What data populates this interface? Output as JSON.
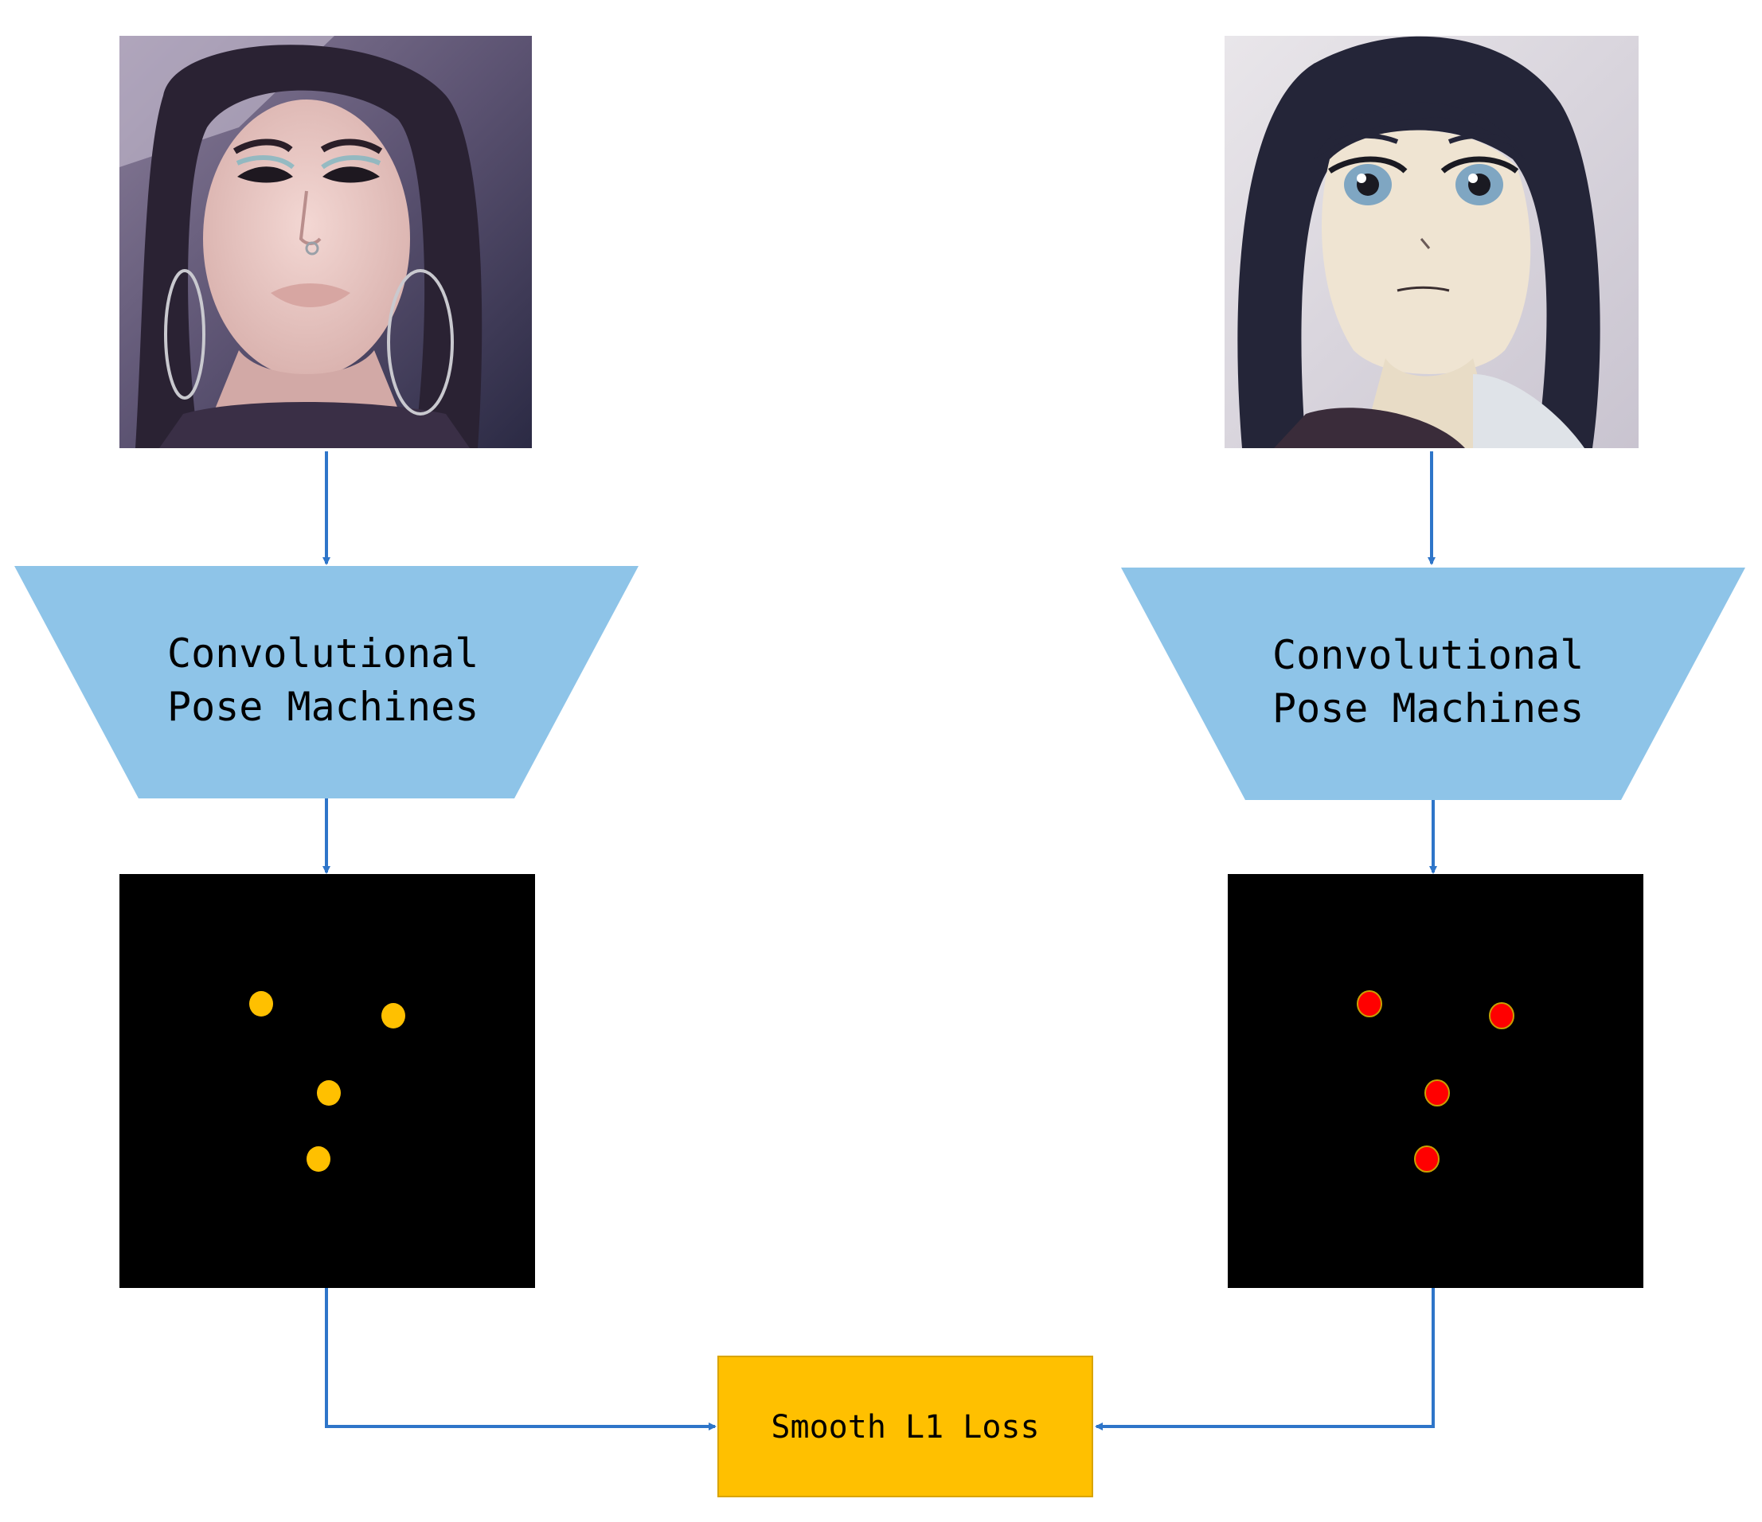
{
  "left_branch": {
    "input_image": "human-face-photo",
    "network_label_line1": "Convolutional",
    "network_label_line2": "Pose Machines",
    "keypoint_color": "#FFC000",
    "keypoint_count": 4
  },
  "right_branch": {
    "input_image": "anime-face-image",
    "network_label_line1": "Convolutional",
    "network_label_line2": "Pose Machines",
    "keypoint_color": "#FF0000",
    "keypoint_count": 4
  },
  "loss": {
    "label": "Smooth L1 Loss",
    "color": "#FFC000"
  },
  "colors": {
    "network": "#8EC4E8",
    "arrow": "#2E75C9",
    "heatmap_background": "#000000"
  }
}
